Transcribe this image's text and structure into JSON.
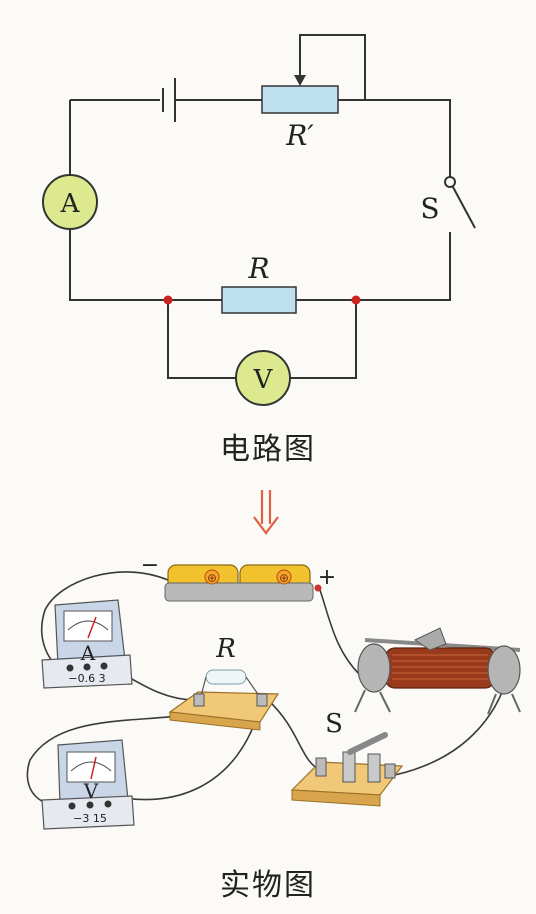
{
  "circuit_diagram": {
    "ammeter_symbol": "A",
    "voltmeter_symbol": "V",
    "rheostat_label": "R′",
    "resistor_label": "R",
    "switch_label": "S",
    "caption": "电路图"
  },
  "arrow_glyph": "⇓",
  "physical_setup": {
    "battery_minus": "−",
    "battery_plus": "+",
    "battery_cell_mark": "⊕",
    "ammeter_symbol": "A",
    "ammeter_scale": "−0.6 3",
    "voltmeter_symbol": "V",
    "voltmeter_scale": "−3 15",
    "resistor_label": "R",
    "switch_label": "S",
    "caption": "实物图"
  },
  "colors": {
    "wire": "#333333",
    "meter_fill": "#dde98f",
    "resistor_fill": "#bfe0ee",
    "node": "#cc2222",
    "arrow": "#e06040",
    "battery": "#f2c12e",
    "coil": "#9a3a1c",
    "base_wood": "#f0c877"
  }
}
